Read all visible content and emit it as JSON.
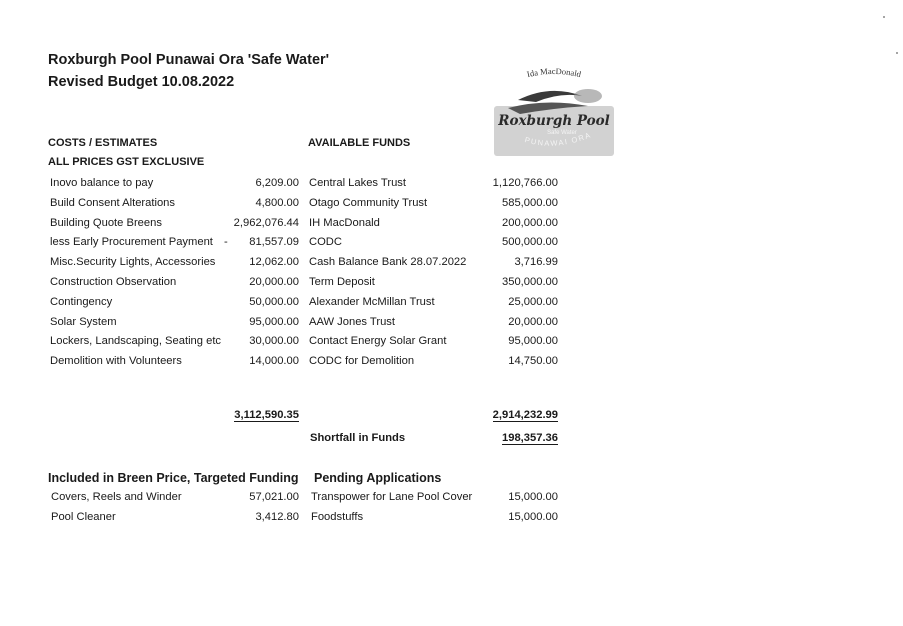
{
  "title_line1": "Roxburgh Pool Punawai Ora 'Safe Water'",
  "title_line2": "Revised Budget 10.08.2022",
  "logo": {
    "top_text": "Ida MacDonald",
    "main_text": "Roxburgh Pool",
    "sub_text": "Safe Water",
    "bottom_text": "PUNAWAI ORA",
    "accent": "#2a2a2a",
    "background": "#cfcfcf"
  },
  "costs_header": "COSTS / ESTIMATES",
  "costs_subheader": "ALL PRICES GST EXCLUSIVE",
  "funds_header": "AVAILABLE FUNDS",
  "costs": [
    {
      "label": "Inovo balance to pay",
      "value": "6,209.00"
    },
    {
      "label": "Build Consent Alterations",
      "value": "4,800.00"
    },
    {
      "label": "Building Quote Breens",
      "value": "2,962,076.44"
    },
    {
      "label": "less Early Procurement Payment",
      "dash": "-",
      "value": "81,557.09"
    },
    {
      "label": "Misc.Security Lights, Accessories",
      "value": "12,062.00"
    },
    {
      "label": "Construction Observation",
      "value": "20,000.00"
    },
    {
      "label": "Contingency",
      "value": "50,000.00"
    },
    {
      "label": "Solar System",
      "value": "95,000.00"
    },
    {
      "label": "Lockers, Landscaping, Seating etc",
      "value": "30,000.00"
    },
    {
      "label": "Demolition with Volunteers",
      "value": "14,000.00"
    }
  ],
  "funds": [
    {
      "label": "Central Lakes Trust",
      "value": "1,120,766.00"
    },
    {
      "label": "Otago Community Trust",
      "value": "585,000.00"
    },
    {
      "label": "IH MacDonald",
      "value": "200,000.00"
    },
    {
      "label": "CODC",
      "value": "500,000.00"
    },
    {
      "label": "Cash Balance Bank  28.07.2022",
      "value": "3,716.99"
    },
    {
      "label": "Term Deposit",
      "value": "350,000.00"
    },
    {
      "label": "Alexander McMillan Trust",
      "value": "25,000.00"
    },
    {
      "label": "AAW Jones Trust",
      "value": "20,000.00"
    },
    {
      "label": "Contact Energy Solar Grant",
      "value": "95,000.00"
    },
    {
      "label": "CODC for Demolition",
      "value": "14,750.00"
    }
  ],
  "costs_total": "3,112,590.35",
  "funds_total": "2,914,232.99",
  "shortfall_label": "Shortfall in Funds",
  "shortfall_value": "198,357.36",
  "included_header": "Included in Breen Price, Targeted Funding",
  "pending_header": "Pending Applications",
  "included": [
    {
      "label": "Covers, Reels and Winder",
      "value": "57,021.00"
    },
    {
      "label": "Pool Cleaner",
      "value": "3,412.80"
    }
  ],
  "pending": [
    {
      "label": "Transpower for Lane Pool Cover",
      "value": "15,000.00"
    },
    {
      "label": "Foodstuffs",
      "value": "15,000.00"
    }
  ]
}
